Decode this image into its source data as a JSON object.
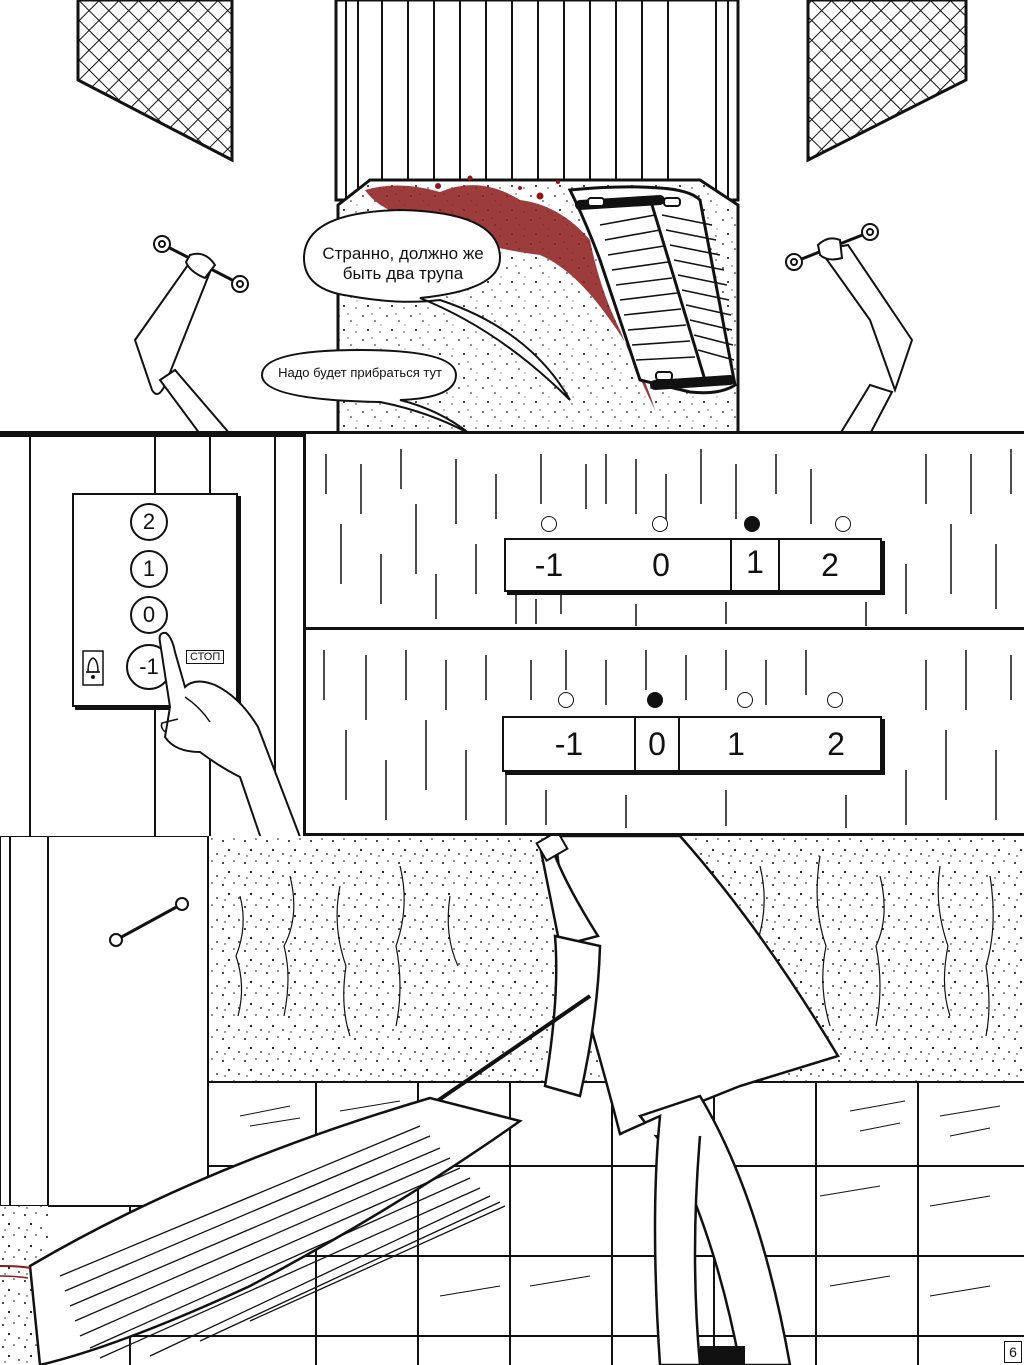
{
  "panel1": {
    "speech_bubble_1": "Странно, должно же быть два трупа",
    "speech_bubble_2": "Надо будет прибраться тут"
  },
  "panel2": {
    "buttons": [
      "2",
      "1",
      "0",
      "-1"
    ],
    "stop_label": "СТОП"
  },
  "panel3": {
    "floors": [
      "-1",
      "0",
      "1",
      "2"
    ],
    "active_floor": "1"
  },
  "panel4": {
    "floors": [
      "-1",
      "0",
      "1",
      "2"
    ],
    "active_floor": "0"
  },
  "page_number": "6"
}
